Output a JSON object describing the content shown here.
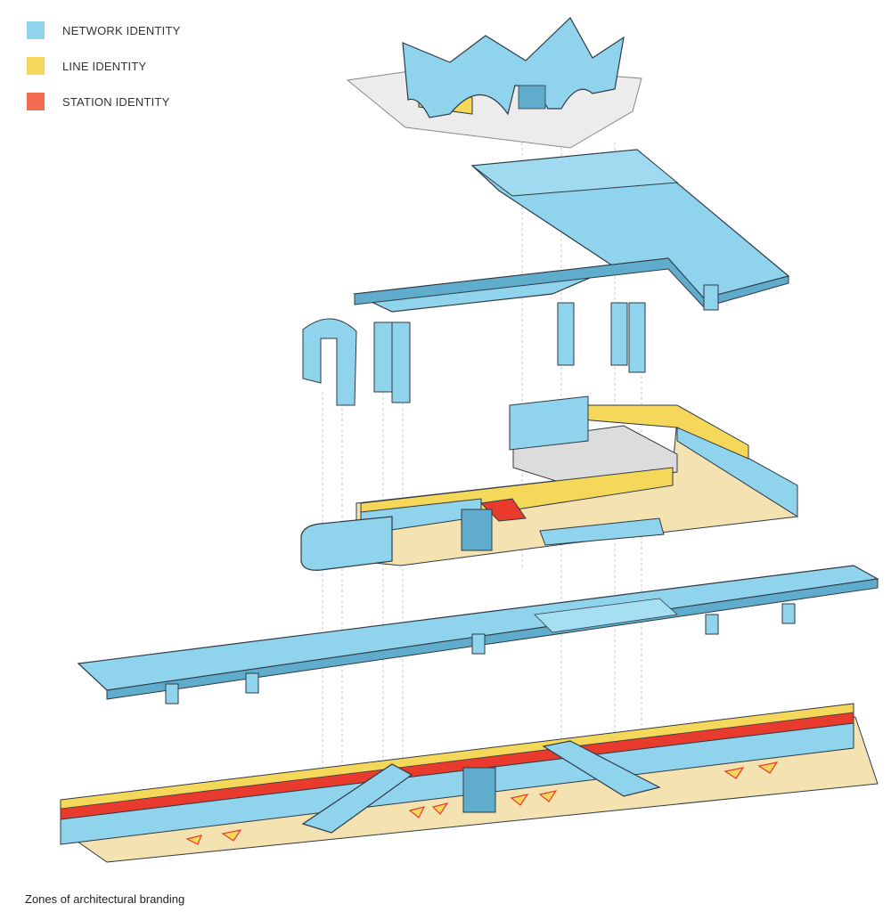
{
  "legend": {
    "items": [
      {
        "label": "NETWORK IDENTITY",
        "color": "#8fd3ec"
      },
      {
        "label": "LINE IDENTITY",
        "color": "#f5d85a"
      },
      {
        "label": "STATION IDENTITY",
        "color": "#f26a4f"
      }
    ]
  },
  "caption": "Zones of architectural branding",
  "colors": {
    "network": "#8fd3ec",
    "network_dark": "#5faccc",
    "line": "#f5d85a",
    "station": "#e83b2e",
    "floor": "#f4e2b0",
    "outline": "#2f3a44",
    "ground": "#ececec",
    "wall_grey": "#dcdcdc"
  }
}
